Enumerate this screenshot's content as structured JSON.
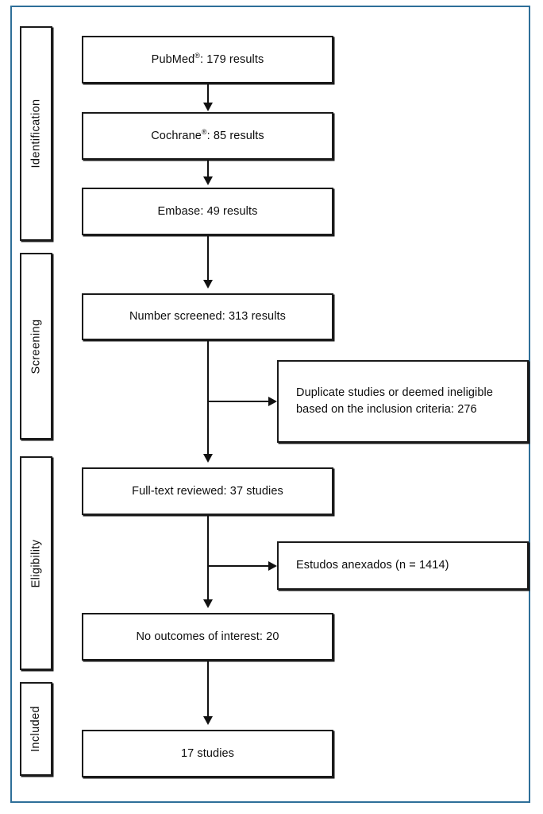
{
  "figure": {
    "type": "prisma-flow-diagram",
    "frame_color": "#2e6f99",
    "box_border_color": "#1a1a1a",
    "background_color": "#ffffff"
  },
  "stages": [
    {
      "id": "identification",
      "label": "Identification"
    },
    {
      "id": "screening",
      "label": "Screening"
    },
    {
      "id": "eligibility",
      "label": "Eligibility"
    },
    {
      "id": "included",
      "label": "Included"
    }
  ],
  "nodes": {
    "pubmed": {
      "label": "PubMed®: 179 results",
      "text_before": "PubMed",
      "reg_mark": "®",
      "text_after": ": 179 results",
      "count": 179
    },
    "cochrane": {
      "label": "Cochrane®: 85 results",
      "text_before": "Cochrane",
      "reg_mark": "®",
      "text_after": ": 85 results",
      "count": 85
    },
    "embase": {
      "label": "Embase: 49 results",
      "count": 49
    },
    "screened": {
      "label": "Number screened: 313 results",
      "count": 313
    },
    "duplicates": {
      "label": "Duplicate studies or deemed ineligible based on the inclusion criteria: 276",
      "count": 276
    },
    "fulltext": {
      "label": "Full-text reviewed: 37 studies",
      "count": 37
    },
    "annexed": {
      "label": "Estudos anexados (n = 1414)",
      "count": 1414
    },
    "no_outcomes": {
      "label": "No outcomes of interest: 20",
      "count": 20
    },
    "included_final": {
      "label": "17 studies",
      "count": 17
    }
  }
}
